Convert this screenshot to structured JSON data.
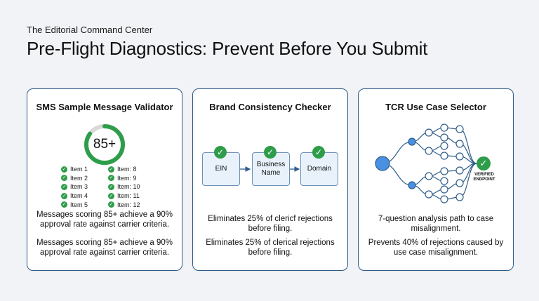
{
  "header": {
    "eyebrow": "The Editorial Command Center",
    "title": "Pre-Flight Diagnostics: Prevent Before You Submit"
  },
  "colors": {
    "accent": "#2f5d8a",
    "success": "#2e9d4a",
    "node": "#4a90e2"
  },
  "cards": [
    {
      "title": "SMS Sample Message Validator",
      "score": "85+",
      "score_fraction": 0.85,
      "items_left": [
        "Item 1",
        "Item 2",
        "Item 3",
        "Item 4",
        "Item 5"
      ],
      "items_right": [
        "Item: 8",
        "Item: 9",
        "Item: 10",
        "Item: 11",
        "Item: 12"
      ],
      "text1": "Messages scoring 85+ achieve a 90% approval rate against carrier criteria.",
      "text2": "Messages scoring 85+ achieve a 90% approval rate against carrier criteria."
    },
    {
      "title": "Brand Consistency Checker",
      "steps": [
        "EIN",
        "Business Name",
        "Domain"
      ],
      "text1": "Eliminates 25% of clericf rejections before filing.",
      "text2": "Eliminates 25% of clerical rejections before filing."
    },
    {
      "title": "TCR Use Case Selector",
      "endpoint": "VERIFIED ENDPOINT",
      "text1": "7-question analysis path to case misalignment.",
      "text2": "Prevents 40% of rejections caused by use case misalignment."
    }
  ]
}
